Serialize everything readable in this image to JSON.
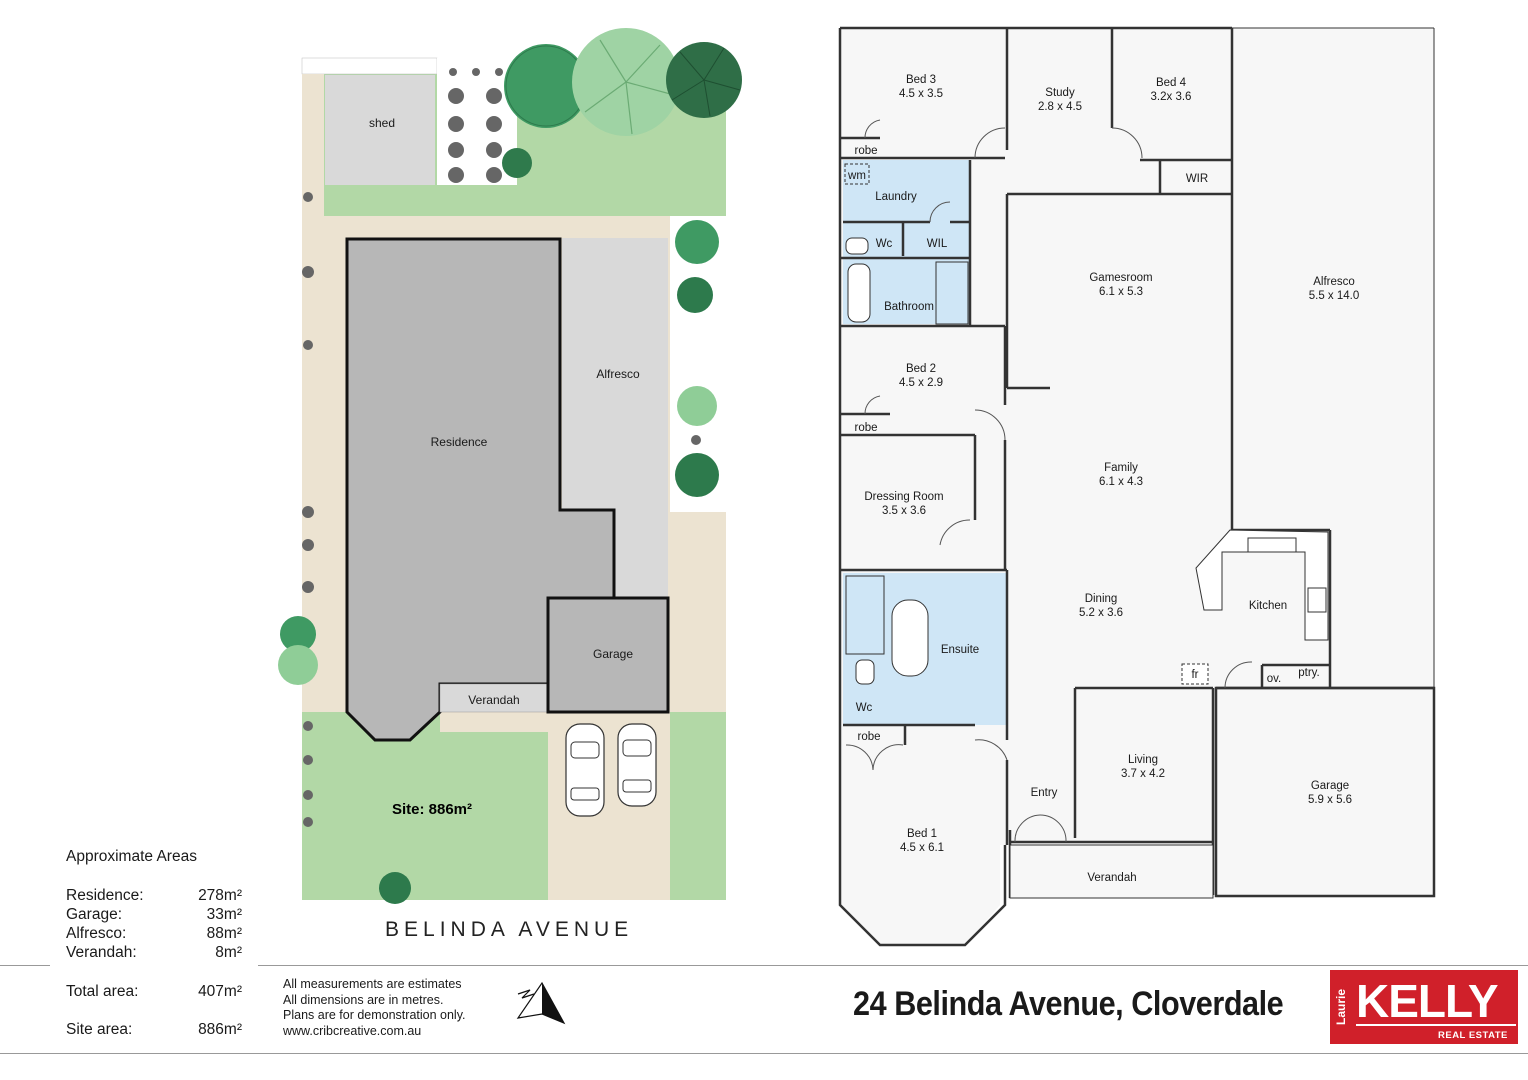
{
  "site_plan": {
    "labels": {
      "shed": "shed",
      "residence": "Residence",
      "alfresco": "Alfresco",
      "garage": "Garage",
      "verandah": "Verandah",
      "site": "Site: 886m²"
    },
    "street": "BELINDA AVENUE"
  },
  "areas": {
    "title": "Approximate Areas",
    "rows": [
      {
        "label": "Residence:",
        "value": "278m²"
      },
      {
        "label": "Garage:",
        "value": "33m²"
      },
      {
        "label": "Alfresco:",
        "value": "88m²"
      },
      {
        "label": "Verandah:",
        "value": "8m²"
      }
    ],
    "total_label": "Total area:",
    "total_value": "407m²",
    "site_label": "Site area:",
    "site_value": "886m²"
  },
  "notes": [
    "All measurements are estimates",
    "All dimensions are in metres.",
    "Plans are for demonstration only.",
    "www.cribcreative.com.au"
  ],
  "floor_plan": {
    "rooms": {
      "bed3": {
        "name": "Bed 3",
        "dims": "4.5 x 3.5"
      },
      "study": {
        "name": "Study",
        "dims": "2.8 x 4.5"
      },
      "bed4": {
        "name": "Bed 4",
        "dims": "3.2x 3.6"
      },
      "wir": {
        "name": "WIR"
      },
      "robe1": {
        "name": "robe"
      },
      "wm": {
        "name": "wm"
      },
      "laundry": {
        "name": "Laundry"
      },
      "wc1": {
        "name": "Wc"
      },
      "wil": {
        "name": "WIL"
      },
      "bathroom": {
        "name": "Bathroom"
      },
      "gamesroom": {
        "name": "Gamesroom",
        "dims": "6.1 x 5.3"
      },
      "alfresco": {
        "name": "Alfresco",
        "dims": "5.5 x 14.0"
      },
      "bed2": {
        "name": "Bed 2",
        "dims": "4.5 x 2.9"
      },
      "robe2": {
        "name": "robe"
      },
      "family": {
        "name": "Family",
        "dims": "6.1 x 4.3"
      },
      "dressing": {
        "name": "Dressing Room",
        "dims": "3.5 x 3.6"
      },
      "kitchen": {
        "name": "Kitchen"
      },
      "dining": {
        "name": "Dining",
        "dims": "5.2 x 3.6"
      },
      "ensuite": {
        "name": "Ensuite"
      },
      "fr": {
        "name": "fr"
      },
      "ov": {
        "name": "ov."
      },
      "ptry": {
        "name": "ptry."
      },
      "wc2": {
        "name": "Wc"
      },
      "robe3": {
        "name": "robe"
      },
      "living": {
        "name": "Living",
        "dims": "3.7 x 4.2"
      },
      "garage": {
        "name": "Garage",
        "dims": "5.9 x 5.6"
      },
      "entry": {
        "name": "Entry"
      },
      "bed1": {
        "name": "Bed 1",
        "dims": "4.5 x 6.1"
      },
      "verandah": {
        "name": "Verandah"
      }
    }
  },
  "address": "24 Belinda Avenue, Cloverdale",
  "logo": {
    "prefix": "Laurie",
    "brand": "KELLY",
    "tagline": "REAL ESTATE"
  },
  "colors": {
    "lawn": "#b2d8a6",
    "paving": "#ece3d1",
    "residence": "#b7b7b7",
    "alfresco": "#d9d9d9",
    "wet_area": "#cfe6f6",
    "floor": "#f7f7f7",
    "brand_red": "#d0202a"
  }
}
